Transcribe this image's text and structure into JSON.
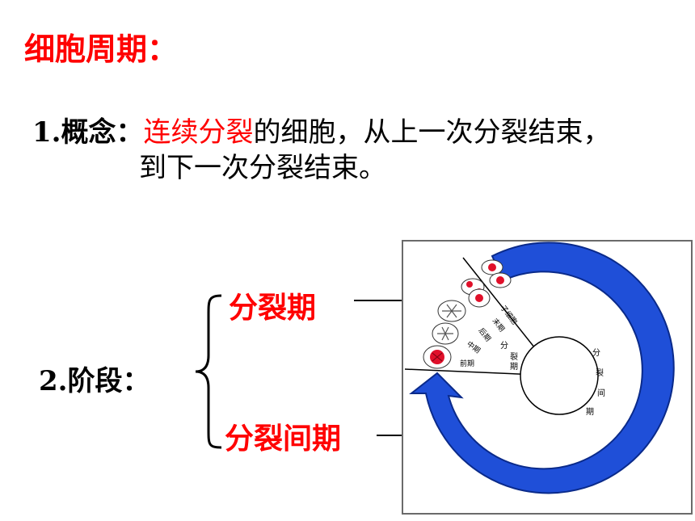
{
  "title": "细胞周期：",
  "concept": {
    "num": "1.",
    "label": "概念：",
    "highlight": "连续分裂",
    "rest_line1": "的细胞，从上一次分裂结束，",
    "line2": "到下一次分裂结束。"
  },
  "stage": {
    "num": "2.",
    "label": "阶段："
  },
  "phases": {
    "mitosis": "分裂期",
    "interphase": "分裂间期"
  },
  "diagram": {
    "inner_mitosis": [
      "分",
      "裂",
      "期"
    ],
    "inner_interphase": [
      "分",
      "裂",
      "间",
      "期"
    ],
    "stages": [
      "子细胞",
      "末期",
      "后期",
      "中期",
      "前期"
    ],
    "colors": {
      "arrow": "#1f4fd8",
      "arrow_edge": "#0a2a8a",
      "cell_red": "#e0102a",
      "frame": "#6a6a6a"
    }
  }
}
